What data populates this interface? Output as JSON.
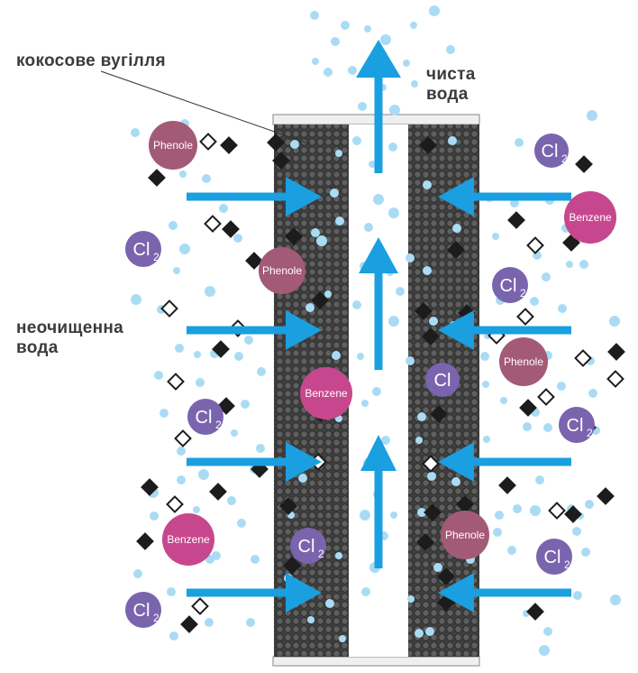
{
  "labels": {
    "coconut_carbon": "кокосове вугілля",
    "clean_water": [
      "чиста",
      "вода"
    ],
    "unclean_water": [
      "неочищенна",
      "вода"
    ]
  },
  "molecules": {
    "phenole": "Phenole",
    "benzene": "Benzene",
    "chlorine": "Cl",
    "chlorine_sub": "2"
  },
  "colors": {
    "arrow": "#1a9fe0",
    "phenole": "#a35a76",
    "benzene": "#c7478e",
    "chlorine": "#7a64ae",
    "carbon": "#4a4a4a",
    "droplet": "#a9dcf4",
    "diamond": "#1c1c1c"
  }
}
